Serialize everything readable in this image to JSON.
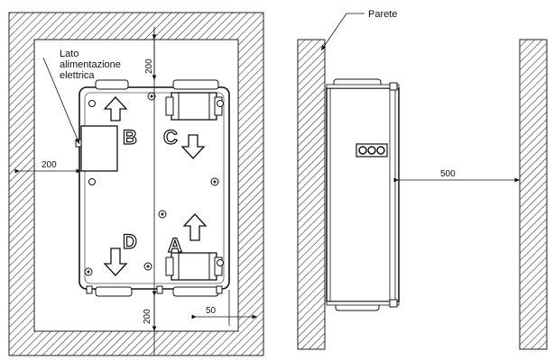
{
  "labels": {
    "wall": "Parete",
    "power_side": "Lato\nalimentazione\nelettrica",
    "dim_top": "200",
    "dim_left": "200",
    "dim_bottom": "200",
    "dim_right": "50",
    "dim_side": "500"
  },
  "ports": {
    "B": "B",
    "C": "C",
    "D": "D",
    "A": "A"
  },
  "port_flows": {
    "B": "up",
    "C": "down",
    "D": "down",
    "A": "up"
  }
}
